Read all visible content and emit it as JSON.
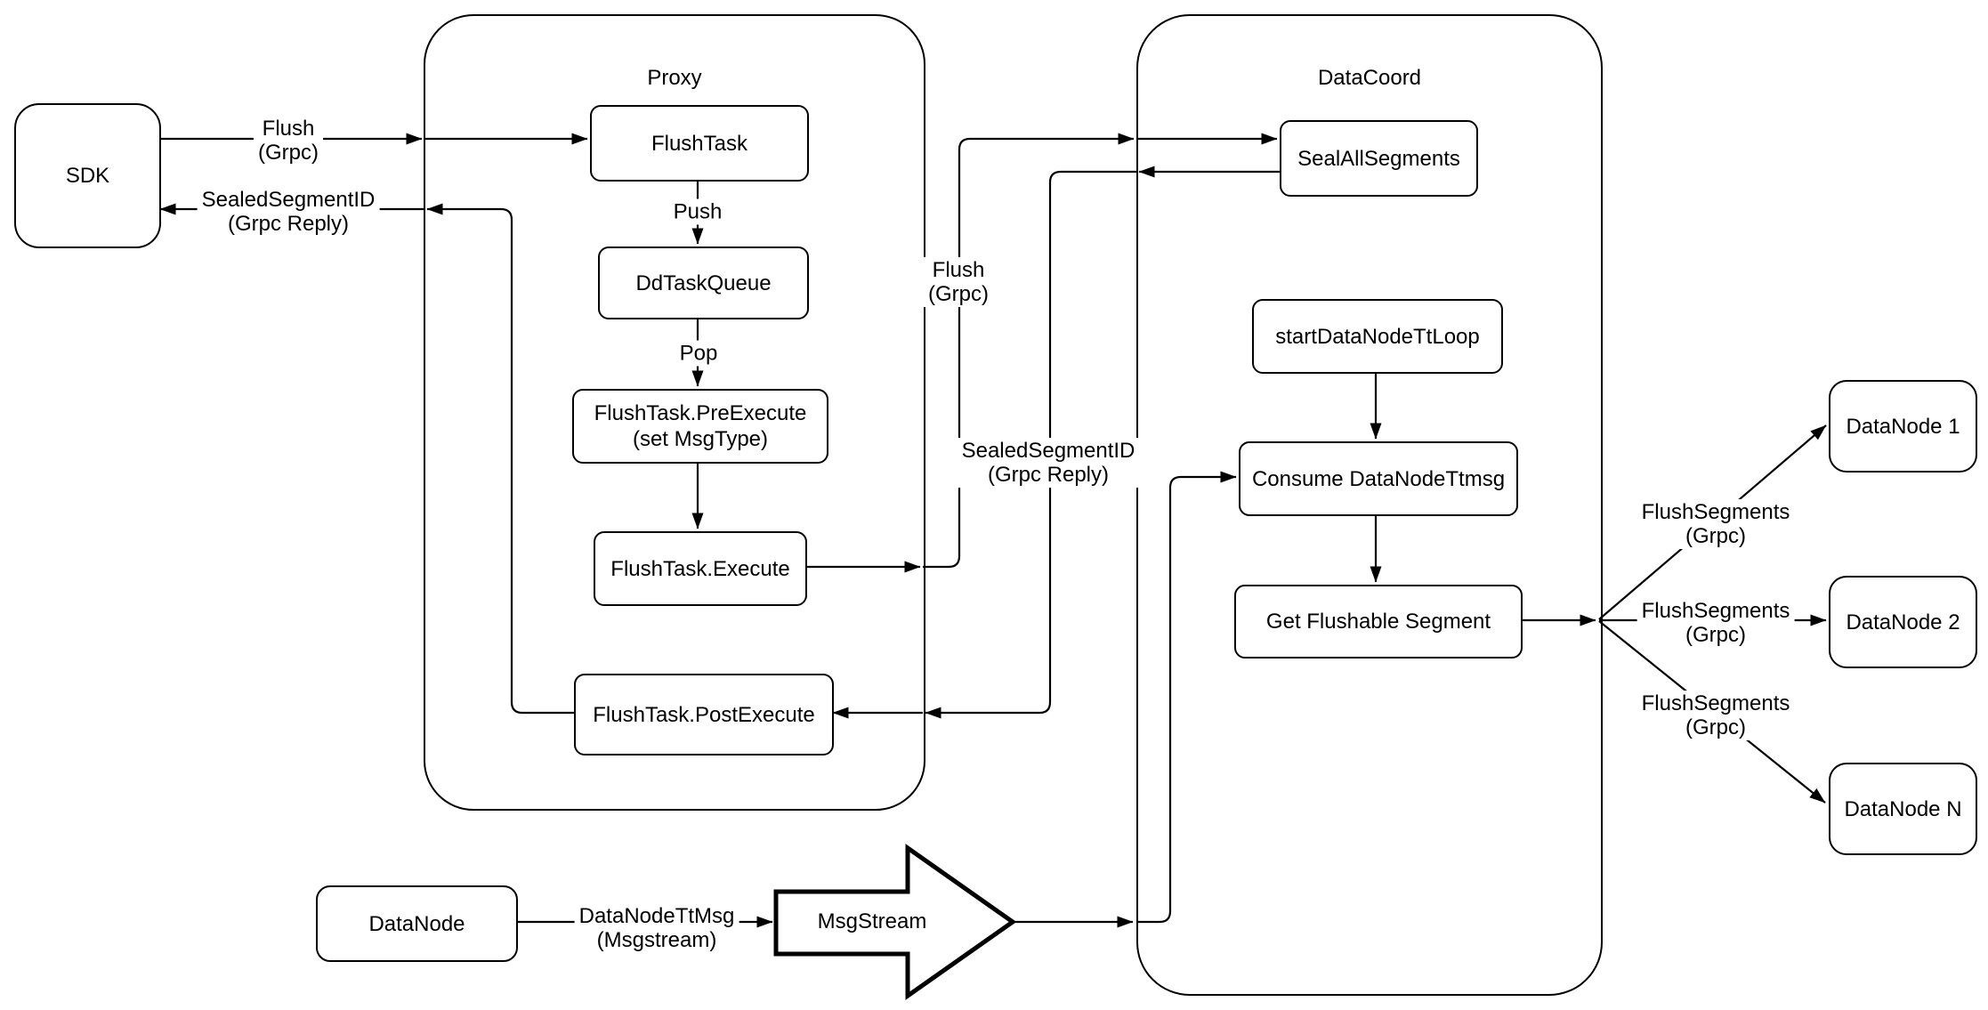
{
  "diagram": {
    "background_color": "#ffffff",
    "stroke_color": "#000000",
    "containers": {
      "proxy": {
        "title": "Proxy"
      },
      "datacoord": {
        "title": "DataCoord"
      }
    },
    "nodes": {
      "sdk": {
        "label": "SDK"
      },
      "flush_task": {
        "label": "FlushTask"
      },
      "dd_task_queue": {
        "label": "DdTaskQueue"
      },
      "pre_execute": {
        "line1": "FlushTask.PreExecute",
        "line2": "(set MsgType)"
      },
      "execute": {
        "label": "FlushTask.Execute"
      },
      "post_execute": {
        "label": "FlushTask.PostExecute"
      },
      "seal_all_segments": {
        "label": "SealAllSegments"
      },
      "start_data_node_tt_loop": {
        "label": "startDataNodeTtLoop"
      },
      "consume_data_node_ttmsg": {
        "label": "Consume DataNodeTtmsg"
      },
      "get_flushable_segment": {
        "label": "Get Flushable Segment"
      },
      "datanode_1": {
        "label": "DataNode 1"
      },
      "datanode_2": {
        "label": "DataNode 2"
      },
      "datanode_n": {
        "label": "DataNode N"
      },
      "datanode": {
        "label": "DataNode"
      },
      "msgstream": {
        "label": "MsgStream"
      }
    },
    "edge_labels": {
      "flush_sdk_proxy": {
        "line1": "Flush",
        "line2": "(Grpc)"
      },
      "sealed_segment_id_sdk": {
        "line1": "SealedSegmentID",
        "line2": "(Grpc Reply)"
      },
      "push": {
        "label": "Push"
      },
      "pop": {
        "label": "Pop"
      },
      "flush_proxy_datacoord": {
        "line1": "Flush",
        "line2": "(Grpc)"
      },
      "sealed_segment_id_datacoord": {
        "line1": "SealedSegmentID",
        "line2": "(Grpc Reply)"
      },
      "flush_segments_1": {
        "line1": "FlushSegments",
        "line2": "(Grpc)"
      },
      "flush_segments_2": {
        "line1": "FlushSegments",
        "line2": "(Grpc)"
      },
      "flush_segments_3": {
        "line1": "FlushSegments",
        "line2": "(Grpc)"
      },
      "data_node_tt_msg": {
        "line1": "DataNodeTtMsg",
        "line2": "(Msgstream)"
      }
    }
  }
}
